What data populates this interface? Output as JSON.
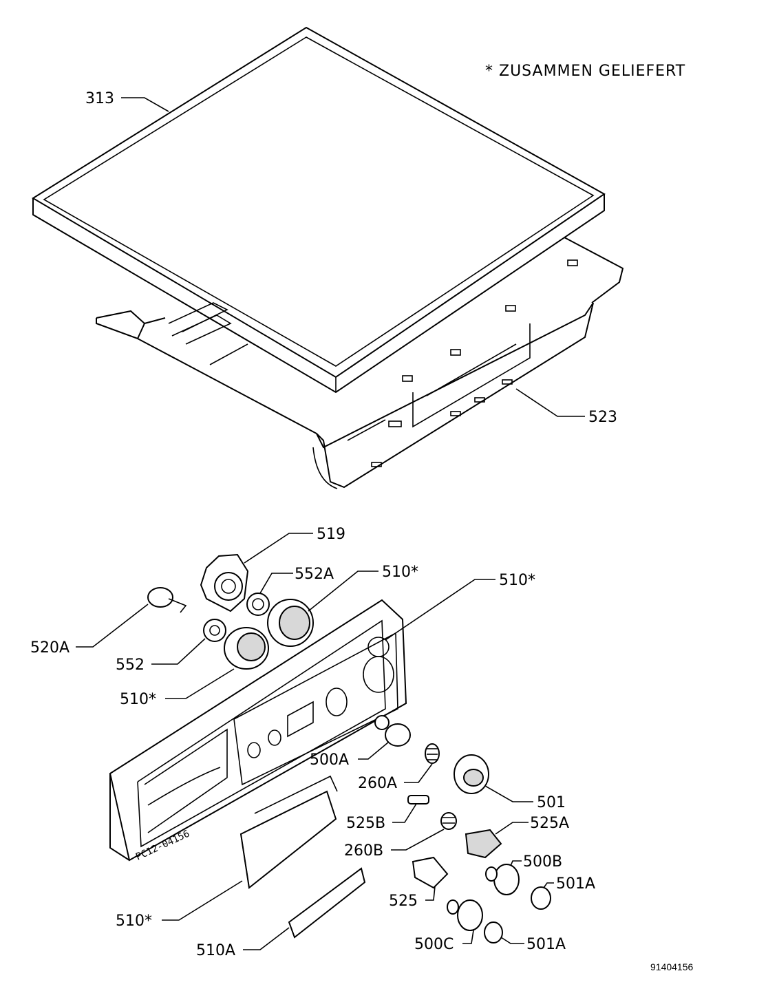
{
  "note": "* ZUSAMMEN GELIEFERT",
  "drawing_number": "91404156",
  "panel_stamp": "PC12-04156",
  "callouts": {
    "p313": "313",
    "p523": "523",
    "p519": "519",
    "p552A": "552A",
    "p510a": "510*",
    "p510b": "510*",
    "p520A": "520A",
    "p552": "552",
    "p510c": "510*",
    "p500A": "500A",
    "p260A": "260A",
    "p501": "501",
    "p525B": "525B",
    "p525A": "525A",
    "p260B": "260B",
    "p500B": "500B",
    "p501Aa": "501A",
    "p525": "525",
    "p510d": "510*",
    "p510A": "510A",
    "p500C": "500C",
    "p501Ab": "501A"
  }
}
